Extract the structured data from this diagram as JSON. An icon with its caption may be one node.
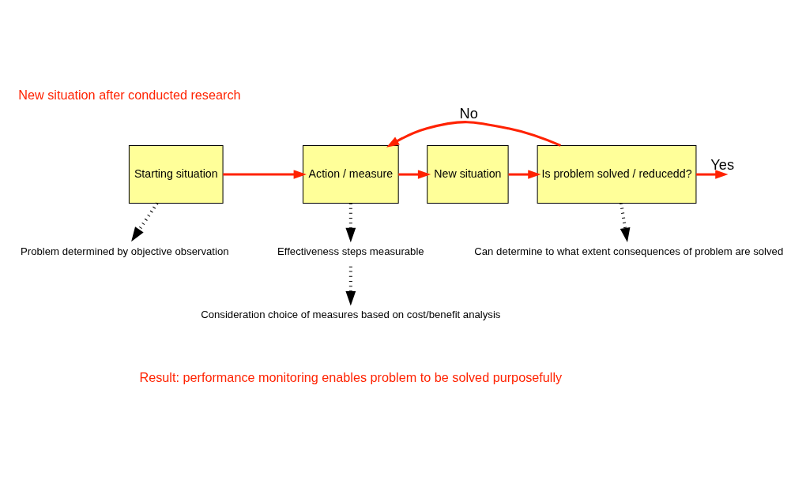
{
  "diagram": {
    "title": "New situation after conducted research",
    "caption": "Result: performance monitoring enables problem to be solved purposefully",
    "nodes": [
      {
        "text": [
          "Starting situation"
        ]
      },
      {
        "text": [
          "Action / measure"
        ]
      },
      {
        "text": [
          "New situation"
        ]
      },
      {
        "text": [
          "Is problem solved / reducedd?"
        ]
      },
      {
        "text": [
          "Problem determined by objective observation"
        ]
      },
      {
        "text": [
          "Effectiveness steps measurable"
        ]
      },
      {
        "text": [
          "Consideration choice of measures based on cost/benefit analysis"
        ]
      },
      {
        "text": [
          "Can determine to what extent consequences of problem are solved"
        ]
      }
    ],
    "edges": [
      {
        "from": 0,
        "to": 1,
        "arrow": "to"
      },
      {
        "from": 1,
        "to": 2,
        "arrow": "to"
      },
      {
        "from": 2,
        "to": 3,
        "arrow": "to"
      },
      {
        "from": 3,
        "to": 1,
        "arrow": "to",
        "label": "No"
      },
      {
        "from": 3,
        "to": null,
        "arrow": "to",
        "label": "Yes"
      },
      {
        "from": 0,
        "to": 4,
        "arrow": "to",
        "style": "dashed",
        "color": "#000000"
      },
      {
        "from": 1,
        "to": 5,
        "arrow": "to",
        "style": "dashed",
        "color": "#000000"
      },
      {
        "from": 5,
        "to": 6,
        "arrow": "to",
        "style": "dashed",
        "color": "#000000"
      },
      {
        "from": 3,
        "to": 7,
        "arrow": "to",
        "style": "dashed",
        "color": "#000000"
      }
    ]
  }
}
